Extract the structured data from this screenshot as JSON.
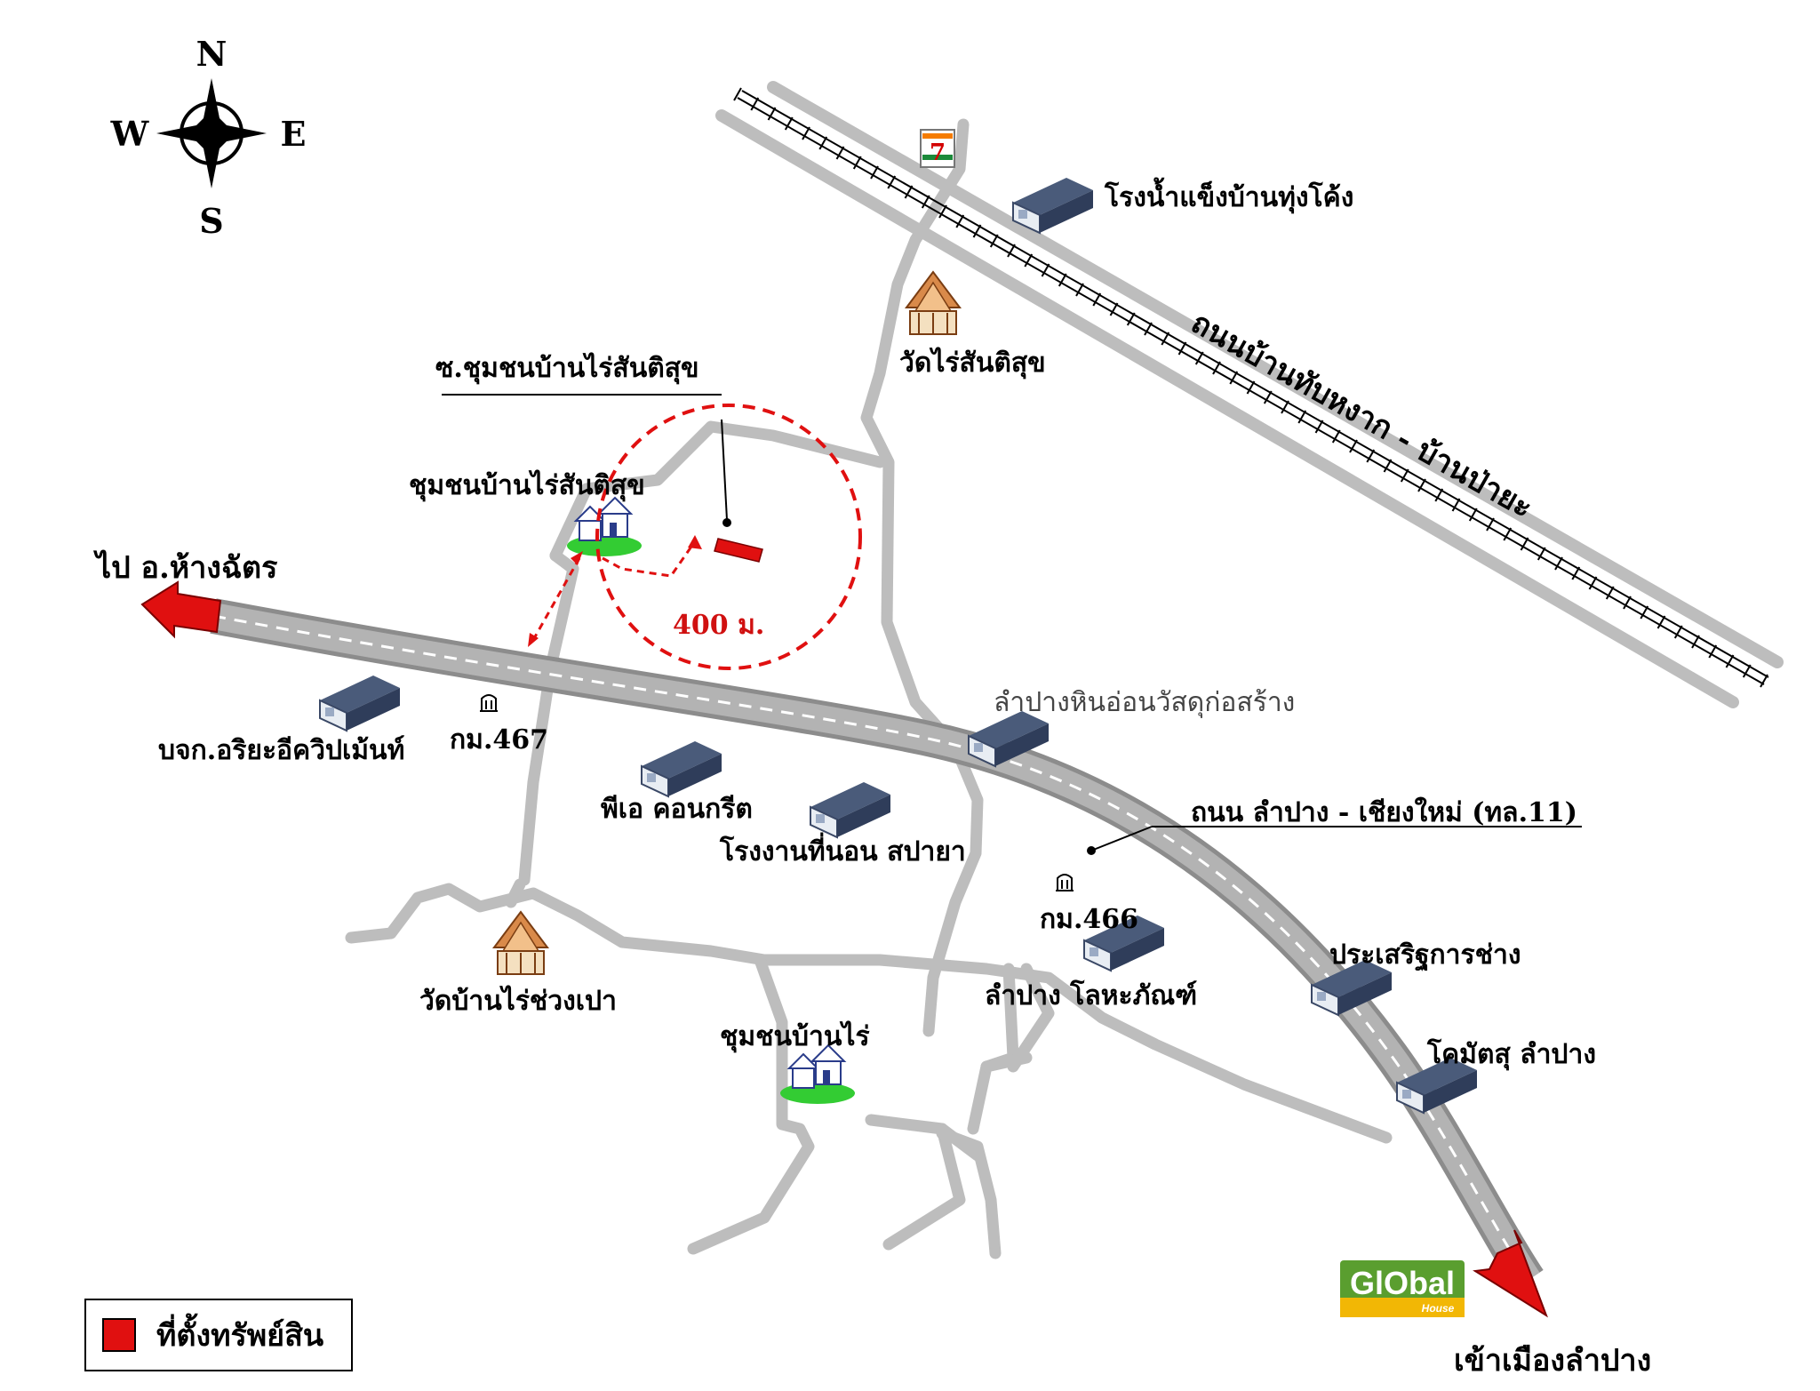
{
  "compass": {
    "north": "N",
    "south": "S",
    "east": "E",
    "west": "W"
  },
  "roads": {
    "rail_road_label": "ถนนบ้านทับหงาก - บ้านป่ายะ",
    "highway_label": "ถนน ลำปาง - เชียงใหม่ (ทล.11)",
    "soi_label": "ซ.ชุมชนบ้านไร่สันติสุข"
  },
  "directions": {
    "to_hang_chat": "ไป อ.ห้างฉัตร",
    "to_lampang": "เข้าเมืองลำปาง"
  },
  "distance_label": "400 ม.",
  "km_markers": [
    "กม.467",
    "กม.466"
  ],
  "landmarks": {
    "ice_factory": "โรงน้ำแข็งบ้านทุ่งโค้ง",
    "wat_rai_santisuk": "วัดไร่สันติสุข",
    "community_rai_santisuk": "ชุมชนบ้านไร่สันติสุข",
    "ariya": "บจก.อริยะอีควิปเม้นท์",
    "pa_concrete": "พีเอ คอนกรีต",
    "mattress_factory": "โรงงานที่นอน สปายา",
    "hin_on": "ลำปางหินอ่อนวัสดุก่อสร้าง",
    "wat_rai_chuang_pao": "วัดบ้านไร่ช่วงเปา",
    "community_rai": "ชุมชนบ้านไร่",
    "lohaphan": "ลำปาง โลหะภัณฑ์",
    "prasert": "ประเสริฐการช่าง",
    "komatsu": "โคมัตสุ ลำปาง"
  },
  "seven_eleven": "7",
  "logo": {
    "text": "GlObal",
    "sub": "House"
  },
  "legend": {
    "label": "ที่ตั้งทรัพย์สิน"
  },
  "colors": {
    "property_marker": "#e01010",
    "road": "#bdbdbd",
    "highway": "#b3b3b3",
    "logo_green": "#5a9e2f",
    "logo_yellow": "#f2b705"
  }
}
